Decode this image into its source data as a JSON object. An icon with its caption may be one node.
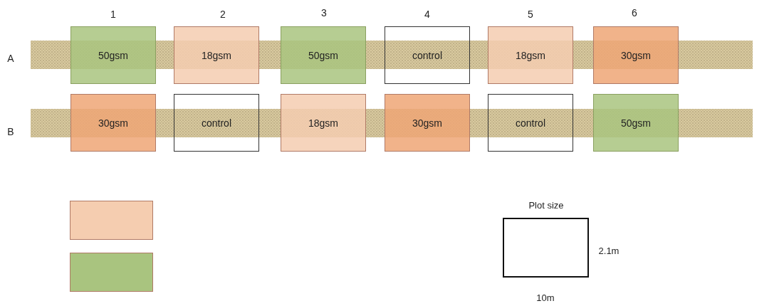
{
  "diagram": {
    "nodes": [
      {
        "text": [
          "50gsm"
        ]
      },
      {
        "text": [
          "18gsm"
        ]
      },
      {
        "text": [
          "50gsm"
        ]
      },
      {
        "text": [
          "control"
        ]
      },
      {
        "text": [
          "18gsm"
        ]
      },
      {
        "text": [
          "30gsm"
        ]
      },
      {
        "text": [
          "30gsm"
        ]
      },
      {
        "text": [
          "control"
        ]
      },
      {
        "text": [
          "18gsm"
        ]
      },
      {
        "text": [
          "30gsm"
        ]
      },
      {
        "text": [
          "control"
        ]
      },
      {
        "text": [
          "50gsm"
        ]
      },
      {
        "text": [
          "Plot size"
        ]
      }
    ],
    "edges": [],
    "labels": [
      "1",
      "2",
      "3",
      "4",
      "5",
      "6",
      "A",
      "B",
      "2.1m",
      "10m"
    ]
  }
}
